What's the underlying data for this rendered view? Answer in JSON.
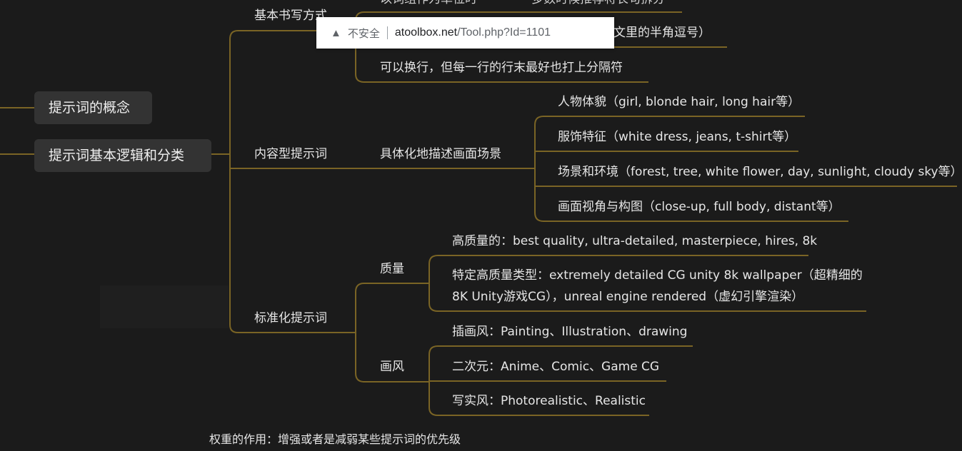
{
  "browser": {
    "security_label": "不安全",
    "url_host": "atoolbox.net",
    "url_path": "/Tool.php?Id=1101"
  },
  "mindmap": {
    "left_nodes": [
      "提示词的概念",
      "提示词基本逻辑和分类"
    ],
    "writing": {
      "label": "基本书写方式",
      "partial_1a": "以词组作为单位时",
      "partial_1b": "多数时候推荐将长句拆分",
      "partial_2": "英文里的半角逗号）",
      "item_3": "可以换行，但每一行的行末最好也打上分隔符"
    },
    "content": {
      "label": "内容型提示词",
      "sub": "具体化地描述画面场景",
      "items": [
        "人物体貌（girl, blonde hair, long hair等）",
        "服饰特征（white dress, jeans, t-shirt等）",
        "场景和环境（forest, tree, white flower, day, sunlight, cloudy sky等）",
        "画面视角与构图（close-up, full body, distant等）"
      ]
    },
    "standard": {
      "label": "标准化提示词",
      "quality": {
        "label": "质量",
        "items": [
          "高质量的：best quality, ultra-detailed, masterpiece, hires, 8k",
          "特定高质量类型：extremely detailed CG unity 8k wallpaper（超精细的",
          "8K Unity游戏CG），unreal engine rendered（虚幻引擎渲染）"
        ]
      },
      "style": {
        "label": "画风",
        "items": [
          "插画风：Painting、Illustration、drawing",
          "二次元：Anime、Comic、Game CG",
          "写实风：Photorealistic、Realistic"
        ]
      }
    },
    "weight": "权重的作用：增强或者是减弱某些提示词的优先级"
  },
  "colors": {
    "line": "#7a6425",
    "background": "#1b1b1b",
    "box": "#333333"
  }
}
